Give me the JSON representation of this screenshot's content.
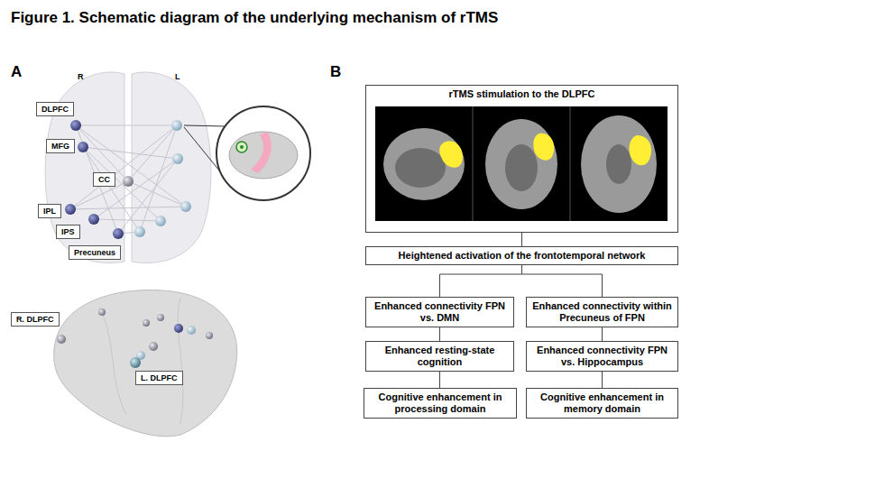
{
  "diagram": {
    "title": "Figure 1. Schematic diagram of the underlying mechanism of rTMS",
    "nodes": [
      {
        "text": [
          "DLPFC"
        ]
      },
      {
        "text": [
          "MFG"
        ]
      },
      {
        "text": [
          "CC"
        ]
      },
      {
        "text": [
          "IPL"
        ]
      },
      {
        "text": [
          "IPS"
        ]
      },
      {
        "text": [
          "Precuneus"
        ]
      },
      {
        "text": [
          "R. DLPFC"
        ]
      },
      {
        "text": [
          "L. DLPFC"
        ]
      },
      {
        "text": [
          "rTMS stimulation to the DLPFC"
        ]
      },
      {
        "text": [
          "Heightened activation of the frontotemporal network"
        ]
      },
      {
        "text": [
          "Enhanced connectivity FPN vs. DMN"
        ]
      },
      {
        "text": [
          "Enhanced connectivity within Precuneus of FPN"
        ]
      },
      {
        "text": [
          "Enhanced resting-state cognition"
        ]
      },
      {
        "text": [
          "Enhanced connectivity FPN vs. Hippocampus"
        ]
      },
      {
        "text": [
          "Cognitive enhancement in processing domain"
        ]
      },
      {
        "text": [
          "Cognitive enhancement in memory domain"
        ]
      }
    ],
    "edges": [
      {
        "from": 8,
        "to": 9,
        "arrow": "none"
      },
      {
        "from": 9,
        "to": 10,
        "arrow": "none"
      },
      {
        "from": 9,
        "to": 11,
        "arrow": "none"
      },
      {
        "from": 10,
        "to": 12,
        "arrow": "none"
      },
      {
        "from": 12,
        "to": 14,
        "arrow": "none"
      },
      {
        "from": 11,
        "to": 13,
        "arrow": "none"
      },
      {
        "from": 13,
        "to": 15,
        "arrow": "none"
      }
    ],
    "labels": [
      "A",
      "R",
      "L",
      "B"
    ]
  }
}
